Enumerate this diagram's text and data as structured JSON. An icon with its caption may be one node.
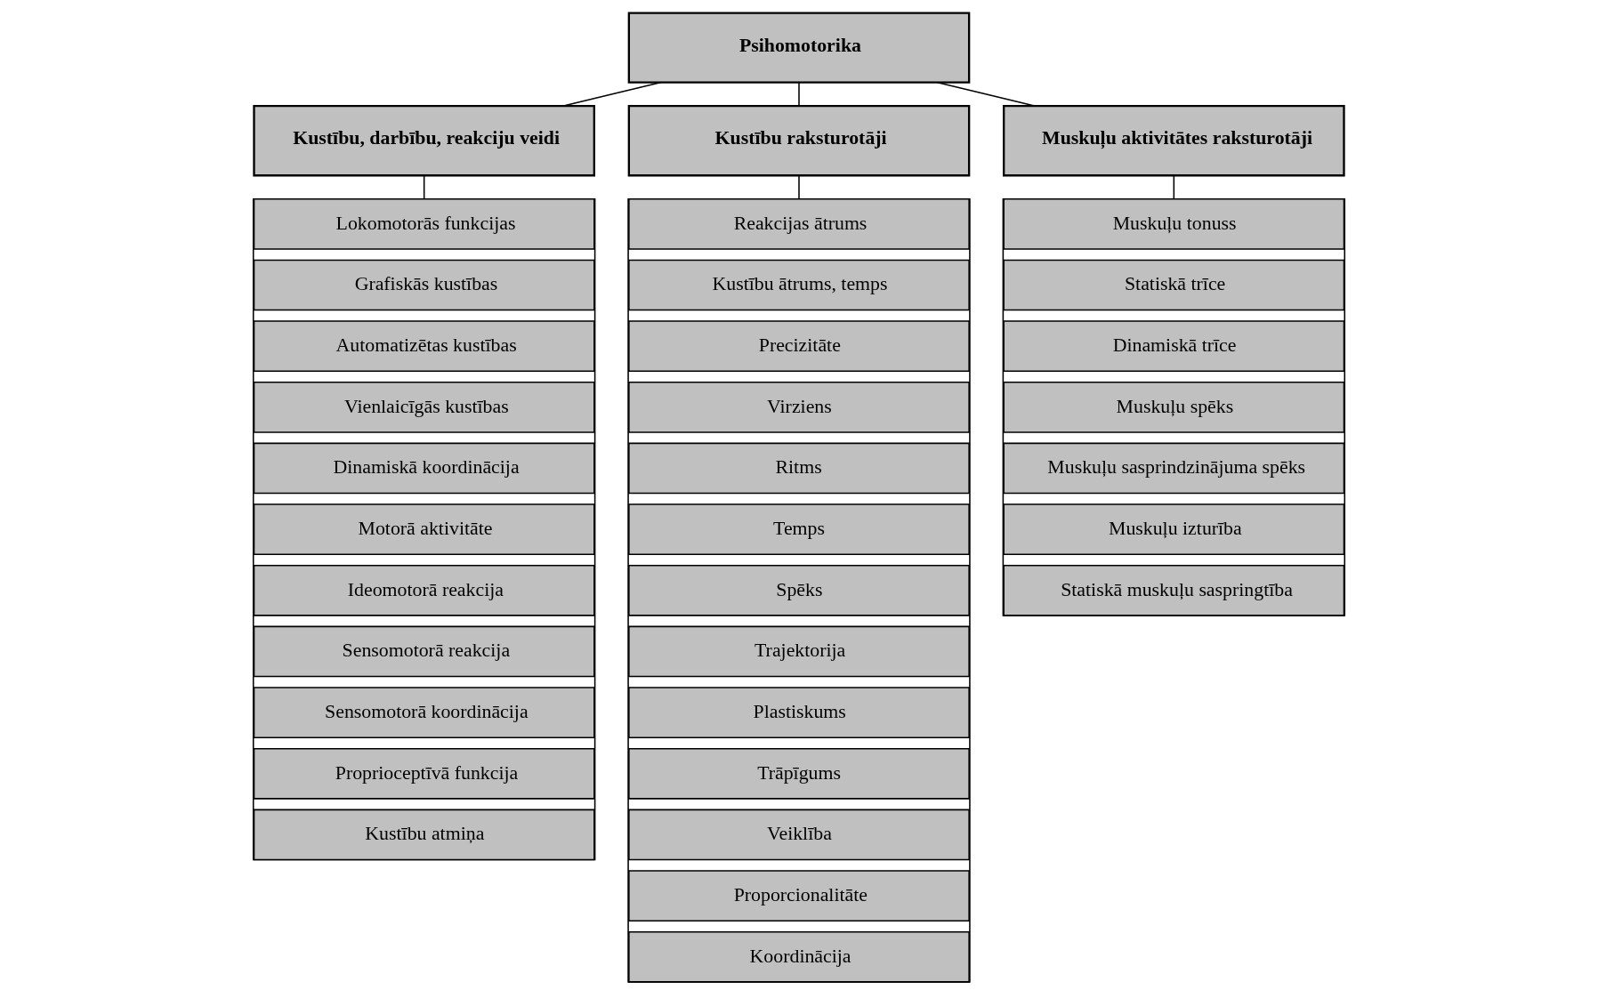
{
  "diagram": {
    "nodes": [
      {
        "text": [
          "Psihomotorika"
        ]
      },
      {
        "text": [
          "Kustību, darbību, reakciju veidi"
        ]
      },
      {
        "text": [
          "Kustību raksturotāji"
        ]
      },
      {
        "text": [
          "Muskuļu aktivitātes raksturotāji"
        ]
      },
      {
        "text": [],
        "shape": "box"
      },
      {
        "text": [
          "Lokomotorās funkcijas"
        ],
        "in": 4
      },
      {
        "text": [
          "Grafiskās kustības"
        ],
        "in": 4
      },
      {
        "text": [
          "Automatizētas kustības"
        ],
        "in": 4
      },
      {
        "text": [
          "Vienlaicīgās kustības"
        ],
        "in": 4
      },
      {
        "text": [
          "Dinamiskā koordinācija"
        ],
        "in": 4
      },
      {
        "text": [
          "Motorā aktivitāte"
        ],
        "in": 4
      },
      {
        "text": [
          "Ideomotorā reakcija"
        ],
        "in": 4
      },
      {
        "text": [
          "Sensomotorā reakcija"
        ],
        "in": 4
      },
      {
        "text": [
          "Sensomotorā koordinācija"
        ],
        "in": 4
      },
      {
        "text": [
          "Proprioceptīvā funkcija"
        ],
        "in": 4
      },
      {
        "text": [
          "Kustību atmiņa"
        ],
        "in": 4
      },
      {
        "text": [],
        "shape": "box"
      },
      {
        "text": [
          "Reakcijas ātrums"
        ],
        "in": 16
      },
      {
        "text": [
          "Kustību ātrums, temps"
        ],
        "in": 16
      },
      {
        "text": [
          "Precizitāte"
        ],
        "in": 16
      },
      {
        "text": [
          "Virziens"
        ],
        "in": 16
      },
      {
        "text": [
          "Ritms"
        ],
        "in": 16
      },
      {
        "text": [
          "Temps"
        ],
        "in": 16
      },
      {
        "text": [
          "Spēks"
        ],
        "in": 16
      },
      {
        "text": [
          "Trajektorija"
        ],
        "in": 16
      },
      {
        "text": [
          "Plastiskums"
        ],
        "in": 16
      },
      {
        "text": [
          "Trāpīgums"
        ],
        "in": 16
      },
      {
        "text": [
          "Veiklība"
        ],
        "in": 16
      },
      {
        "text": [
          "Proporcionalitāte"
        ],
        "in": 16
      },
      {
        "text": [
          "Koordinācija"
        ],
        "in": 16
      },
      {
        "text": [],
        "shape": "box"
      },
      {
        "text": [
          "Muskuļu tonuss"
        ],
        "in": 30
      },
      {
        "text": [
          "Statiskā trīce"
        ],
        "in": 30
      },
      {
        "text": [
          "Dinamiskā trīce"
        ],
        "in": 30
      },
      {
        "text": [
          "Muskuļu spēks"
        ],
        "in": 30
      },
      {
        "text": [
          "Muskuļu sasprindzinājuma spēks"
        ],
        "in": 30
      },
      {
        "text": [
          "Muskuļu izturība"
        ],
        "in": 30
      },
      {
        "text": [
          "Statiskā muskuļu saspringtība"
        ],
        "in": 30
      }
    ],
    "edges": [
      {
        "from": 0,
        "to": 1,
        "arrow": "none"
      },
      {
        "from": 0,
        "to": 2,
        "arrow": "none"
      },
      {
        "from": 0,
        "to": 3,
        "arrow": "none"
      },
      {
        "from": 1,
        "to": 4,
        "arrow": "none"
      },
      {
        "from": 2,
        "to": 16,
        "arrow": "none"
      },
      {
        "from": 3,
        "to": 30,
        "arrow": "none"
      }
    ]
  }
}
